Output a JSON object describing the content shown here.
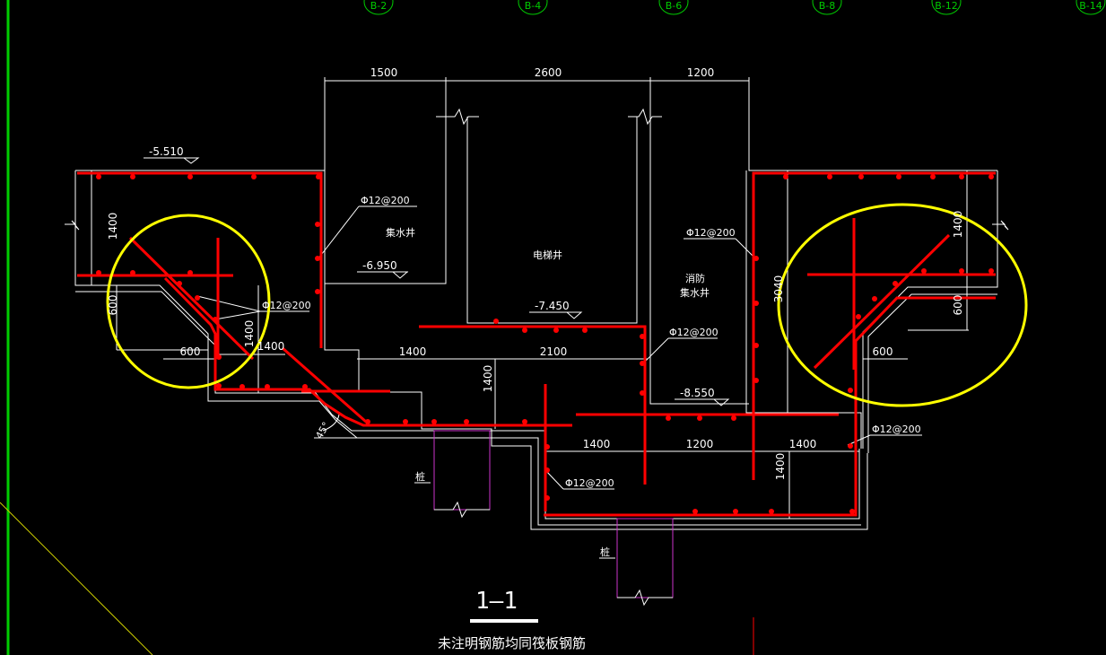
{
  "colors": {
    "background": "#000000",
    "outline": "#ffffff",
    "rebar": "#ff0000",
    "highlight": "#ffff00",
    "pile": "#cc33cc",
    "axis": "#00cc00"
  },
  "axis_labels": [
    "B-2",
    "B-4",
    "B-6",
    "B-8",
    "B-12",
    "B-14"
  ],
  "dimensions": {
    "top_1500": "1500",
    "top_2600": "2600",
    "top_1200": "1200",
    "left_1400": "1400",
    "left_600": "600",
    "left_600_bottom": "600",
    "left_1400_b": "1400",
    "left_1400_c": "1400",
    "mid_1400": "1400",
    "mid_2100": "2100",
    "mid_1400_v": "1400",
    "right_3040": "3040",
    "right_1400": "1400",
    "right_600": "600",
    "right_600_b": "600",
    "bot_1400_a": "1400",
    "bot_1200": "1200",
    "bot_1400_b": "1400",
    "bot_1400_v": "1400"
  },
  "elevations": {
    "e1": "-5.510",
    "e2": "-6.950",
    "e3": "-7.450",
    "e4": "-8.550"
  },
  "rebar_labels": {
    "r1": "Φ12@200",
    "r2": "Φ12@200",
    "r3": "Φ12@200",
    "r4": "Φ12@200",
    "r5": "Φ12@200",
    "r6": "Φ12@200"
  },
  "room_labels": {
    "sump": "集水井",
    "elevator_pit": "电梯井",
    "fire_line1": "消防",
    "fire_line2": "集水井"
  },
  "angle": "45°",
  "pile_label_1": "桩",
  "pile_label_2": "桩",
  "section_title": "1—1",
  "footnote": "未注明钢筋均同筏板钢筋"
}
